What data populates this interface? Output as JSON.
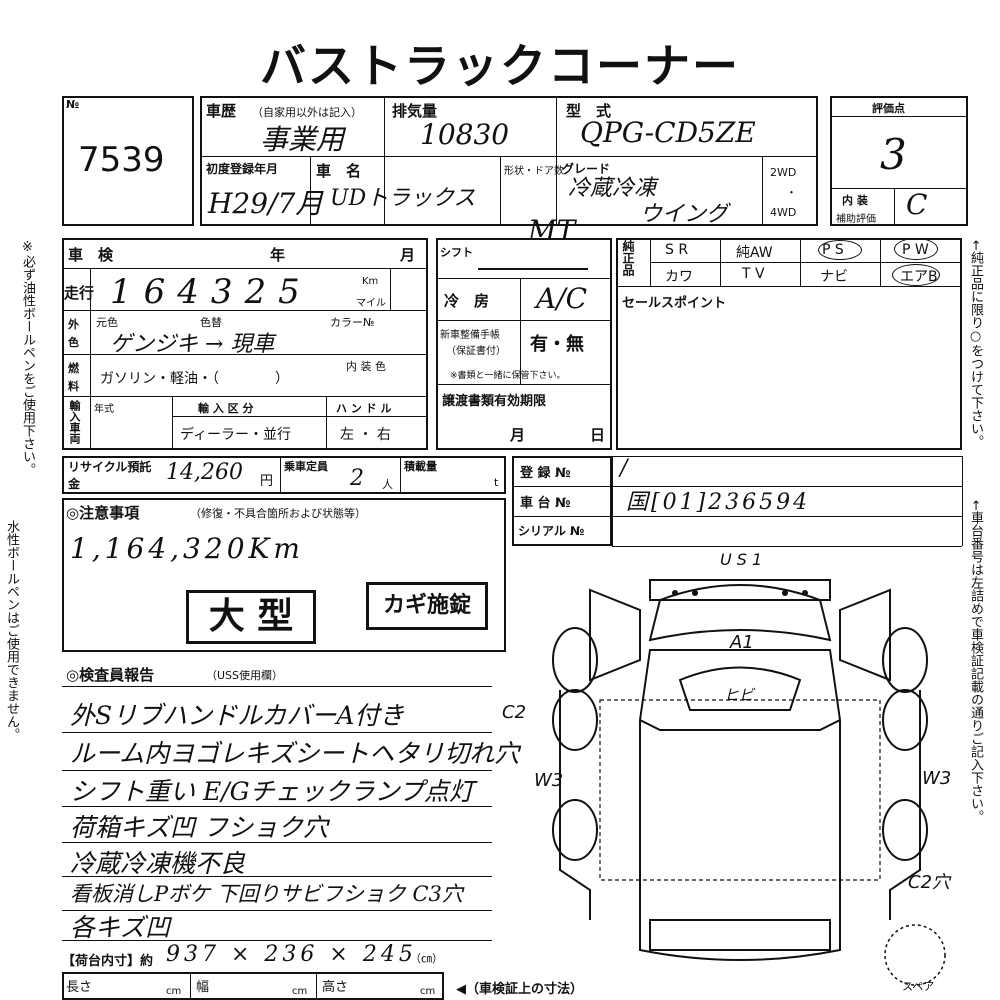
{
  "title": "バストラックコーナー",
  "lot": {
    "label": "№",
    "number": "7539"
  },
  "history": {
    "label": "車歴",
    "label_note": "（自家用以外は記入）",
    "value": "事業用"
  },
  "displacement": {
    "label": "排気量",
    "value": "10830"
  },
  "model": {
    "label": "型　式",
    "value": "QPG-CD5ZE"
  },
  "rating": {
    "label": "評価点",
    "value": "3",
    "interior_label": "内 装",
    "interior_sub": "補助評価",
    "interior_value": "C"
  },
  "first_reg": {
    "label": "初度登録年月",
    "value": "H29/7月"
  },
  "car_name": {
    "label": "車　名",
    "value": "UDトラックス"
  },
  "shape": {
    "label": "形状・ドア数"
  },
  "grade": {
    "label": "グレード",
    "value_line1": "冷蔵冷凍",
    "value_line2": "ウイング"
  },
  "drive": {
    "two": "2WD",
    "dot": "・",
    "four": "4WD"
  },
  "inspection": {
    "label": "車　検",
    "year": "年",
    "month": "月"
  },
  "mileage": {
    "label": "走行",
    "value": "164325",
    "unit_km": "Km",
    "unit_mile": "マイル"
  },
  "exterior_color": {
    "label1": "外",
    "label2": "色",
    "original": "元色",
    "original_value": "ゲンジキ → 現車",
    "repaint": "色替",
    "color_no": "カラー№"
  },
  "fuel": {
    "label1": "燃",
    "label2": "料",
    "options": "ガソリン・軽油・（　　　　）",
    "interior_color": "内 装 色"
  },
  "import": {
    "label": "輸入車両",
    "model_year": "年式",
    "category_label": "輸 入 区 分",
    "category_value": "ディーラー・並行",
    "handle_label": "ハ ン ド ル",
    "handle_value": "左 ・ 右"
  },
  "shift": {
    "label": "シフト",
    "value": "MT"
  },
  "ac": {
    "label": "冷　房",
    "value": "A/C"
  },
  "maintenance": {
    "label": "新車整備手帳",
    "sub": "（保証書付）",
    "value": "有・無",
    "note": "※書類と一緒に保管下さい。"
  },
  "transfer": {
    "label": "譲渡書類有効期限",
    "month": "月",
    "day": "日"
  },
  "equipment": {
    "label": "純正品",
    "items": [
      "S R",
      "純AW",
      "P S",
      "P W",
      "カワ",
      "T V",
      "ナビ",
      "エアB"
    ]
  },
  "sales_point": {
    "label": "セールスポイント"
  },
  "recycle": {
    "label": "リサイクル預託金",
    "value": "14,260",
    "unit": "円"
  },
  "capacity": {
    "label": "乗車定員",
    "value": "2",
    "unit": "人",
    "load_label": "積載量",
    "load_unit": "t"
  },
  "registration": {
    "label": "登 録 №",
    "value": "/"
  },
  "chassis": {
    "label": "車 台 №",
    "value": "国[01]236594"
  },
  "serial": {
    "label": "シリアル №"
  },
  "notes": {
    "label": "◎注意事項",
    "sub": "（修復・不具合箇所および状態等）",
    "mileage_note": "1,164,320Km"
  },
  "stamps": {
    "large": "大 型",
    "key": "カギ施錠"
  },
  "report": {
    "label": "◎検査員報告",
    "sub": "（USS使用欄）",
    "lines": [
      "外SリブハンドルカバーA付き",
      "ルーム内ヨゴレキズシートヘタリ切れ穴",
      "シフト重い E/Gチェックランプ点灯",
      "荷箱キズ凹 フショク穴",
      "冷蔵冷凍機不良",
      "看板消しPボケ 下回りサビフショク C3穴",
      "各キズ凹"
    ]
  },
  "cargo": {
    "label": "【荷台内寸】約",
    "value": "937 × 236 × 245",
    "unit": "（㎝）"
  },
  "dims": {
    "length": "長さ",
    "width": "幅",
    "height": "高さ",
    "unit": "cm",
    "note": "◀（車検証上の寸法）"
  },
  "diagram": {
    "usi": "U S 1",
    "a1": "A1",
    "hibi": "ヒビ",
    "c2_left": "C2",
    "w3_left": "W3",
    "w3_right": "W3",
    "c2_right": "C2穴",
    "spare": "スペア"
  },
  "side_notes": {
    "left1": "※必ず油性ボールペンをご使用下さい。",
    "left2": "水性ボールペンはご使用できません。",
    "right1": "←純正品に限り○をつけて下さい。",
    "right2": "←車台番号は左詰めで車検証記載の通りご記入下さい。"
  }
}
